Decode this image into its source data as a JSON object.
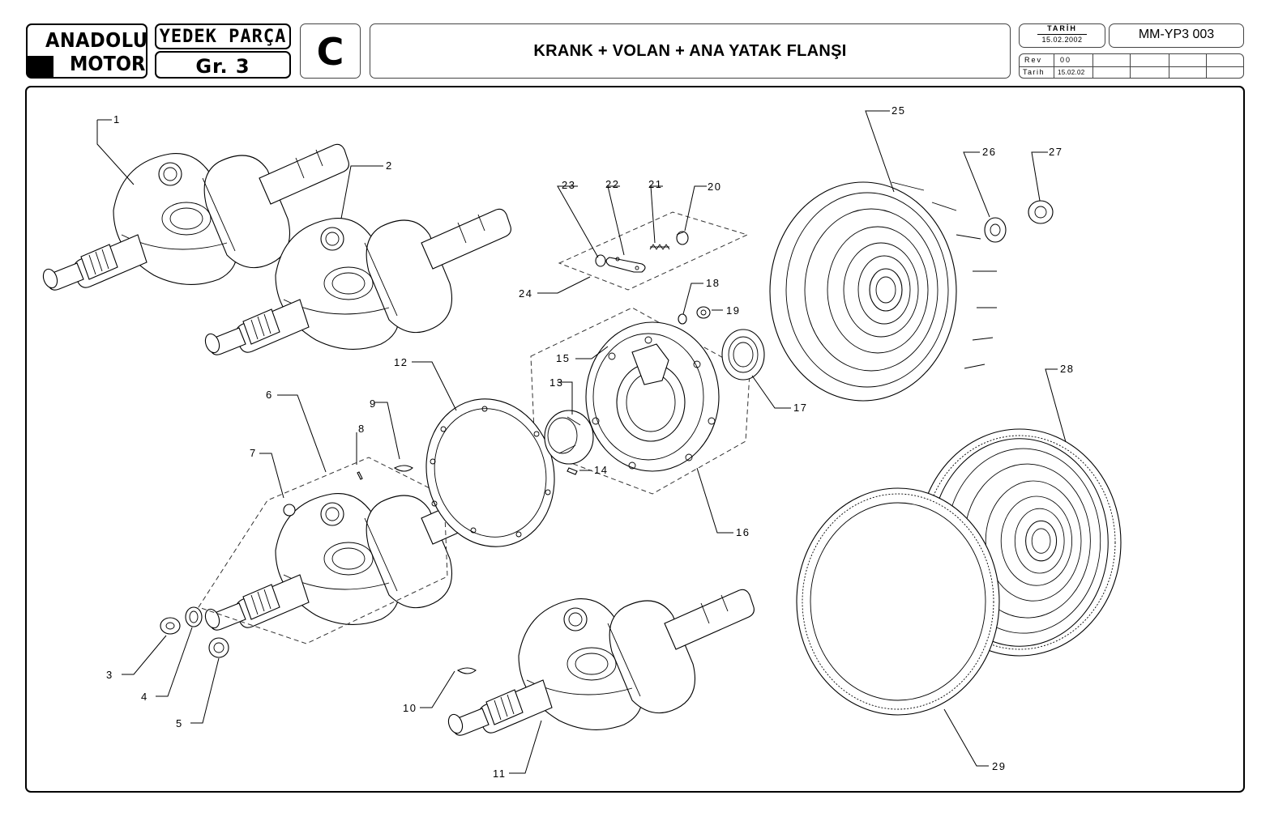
{
  "header": {
    "logo_line1": "ANADOLU",
    "logo_line2": "MOTOR",
    "category": "YEDEK PARÇA",
    "group": "Gr. 3",
    "section_letter": "C",
    "title": "KRANK + VOLAN + ANA YATAK FLANŞI",
    "date_label": "TARİH",
    "date_value": "15.02.2002",
    "doc_number": "MM-YP3 003",
    "rev_label": "Rev",
    "rev_value": "00",
    "rev_date_label": "Tarih",
    "rev_date_value": "15.02.02"
  },
  "callouts": [
    "1",
    "2",
    "3",
    "4",
    "5",
    "6",
    "7",
    "8",
    "9",
    "10",
    "11",
    "12",
    "13",
    "14",
    "15",
    "16",
    "17",
    "18",
    "19",
    "20",
    "21",
    "22",
    "23",
    "24",
    "25",
    "26",
    "27",
    "28",
    "29"
  ]
}
